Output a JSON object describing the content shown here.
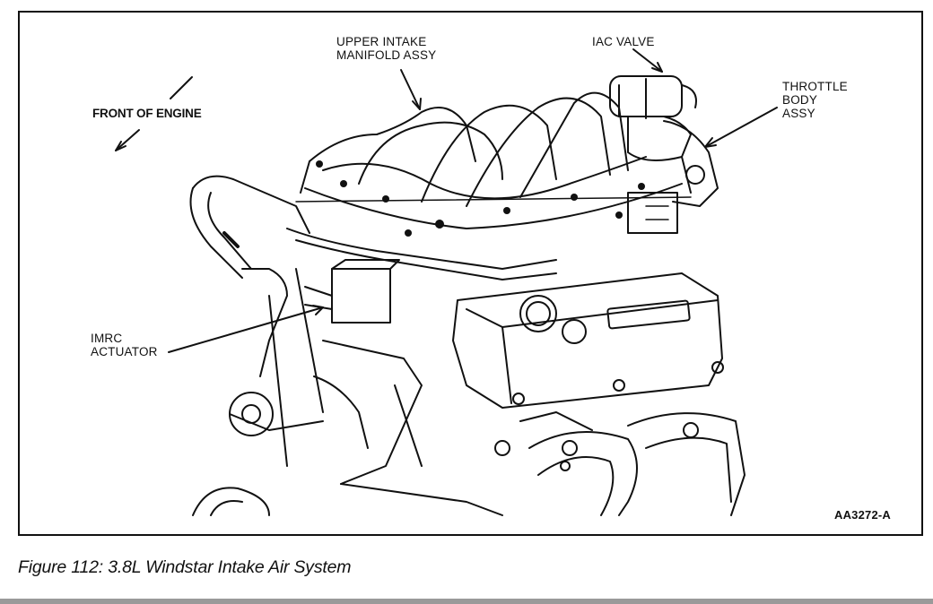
{
  "figure": {
    "labels": {
      "upper_intake": [
        "UPPER INTAKE",
        "MANIFOLD ASSY"
      ],
      "iac_valve": "IAC VALVE",
      "throttle_body": [
        "THROTTLE",
        "BODY",
        "ASSY"
      ],
      "front_of_engine": "FRONT OF ENGINE",
      "imrc_actuator": [
        "IMRC",
        "ACTUATOR"
      ],
      "figure_id": "AA3272-A"
    },
    "caption": "Figure 112: 3.8L Windstar Intake Air System"
  }
}
